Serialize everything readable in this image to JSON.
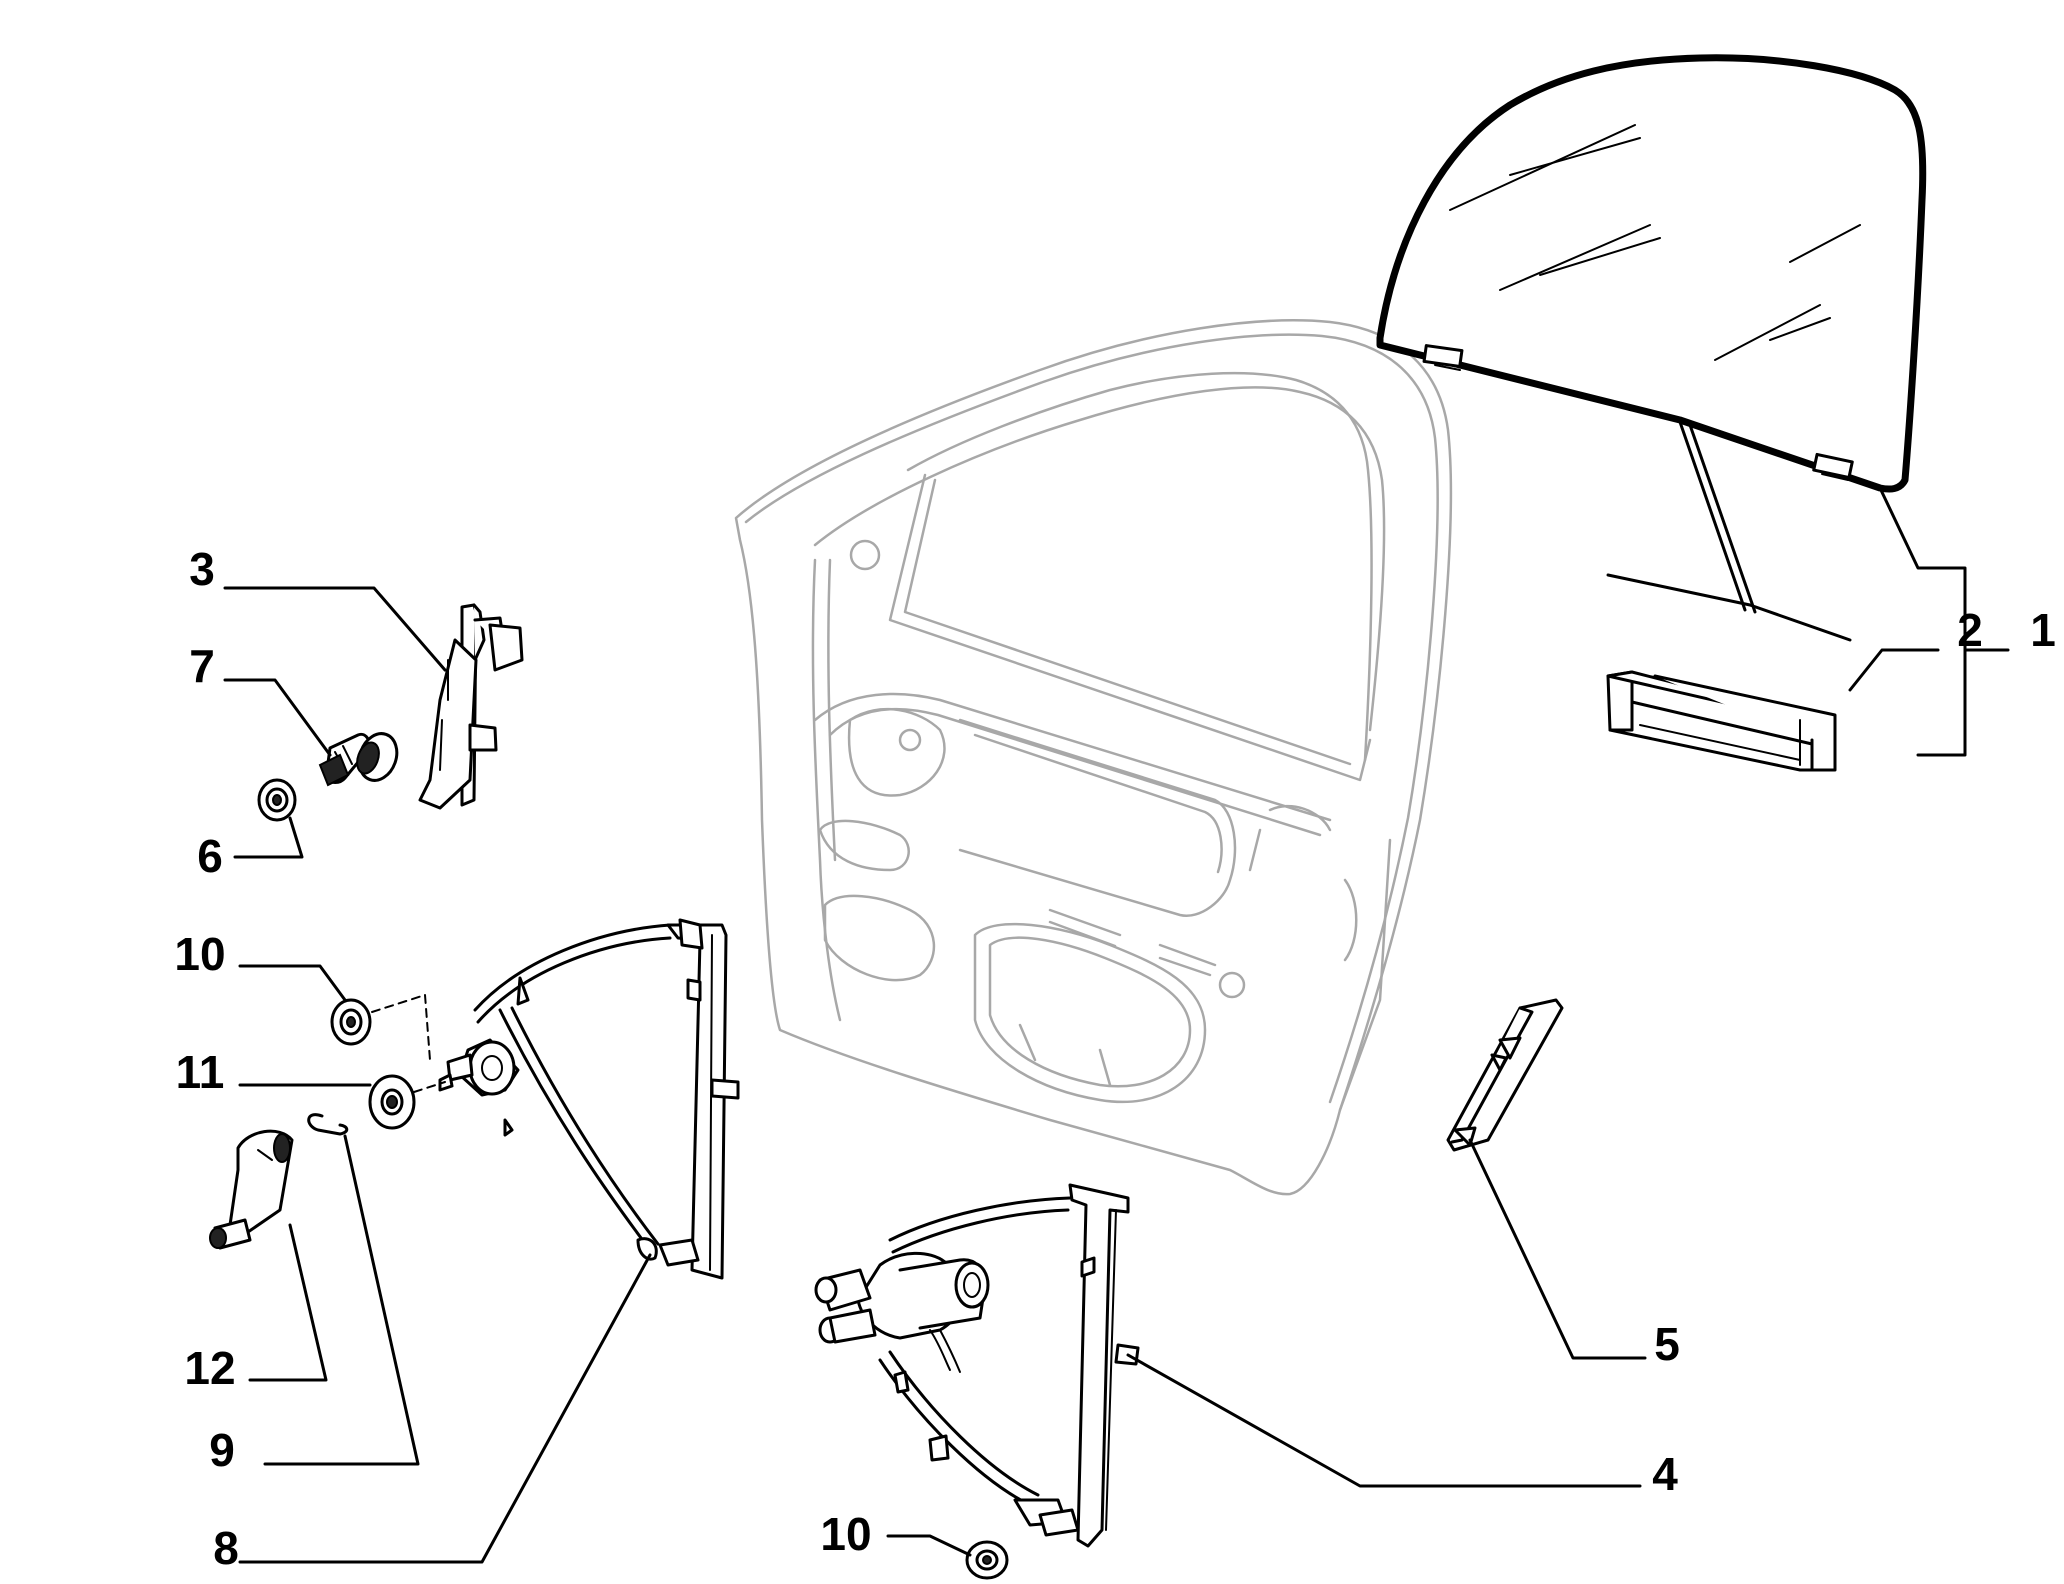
{
  "callouts": {
    "c1": "1",
    "c2": "2",
    "c3": "3",
    "c4": "4",
    "c5": "5",
    "c6": "6",
    "c7": "7",
    "c8": "8",
    "c9": "9",
    "c10a": "10",
    "c10b": "10",
    "c11": "11",
    "c12": "12"
  },
  "colors": {
    "line": "#000000",
    "door_outline": "#a8a8a8",
    "background": "#ffffff"
  }
}
